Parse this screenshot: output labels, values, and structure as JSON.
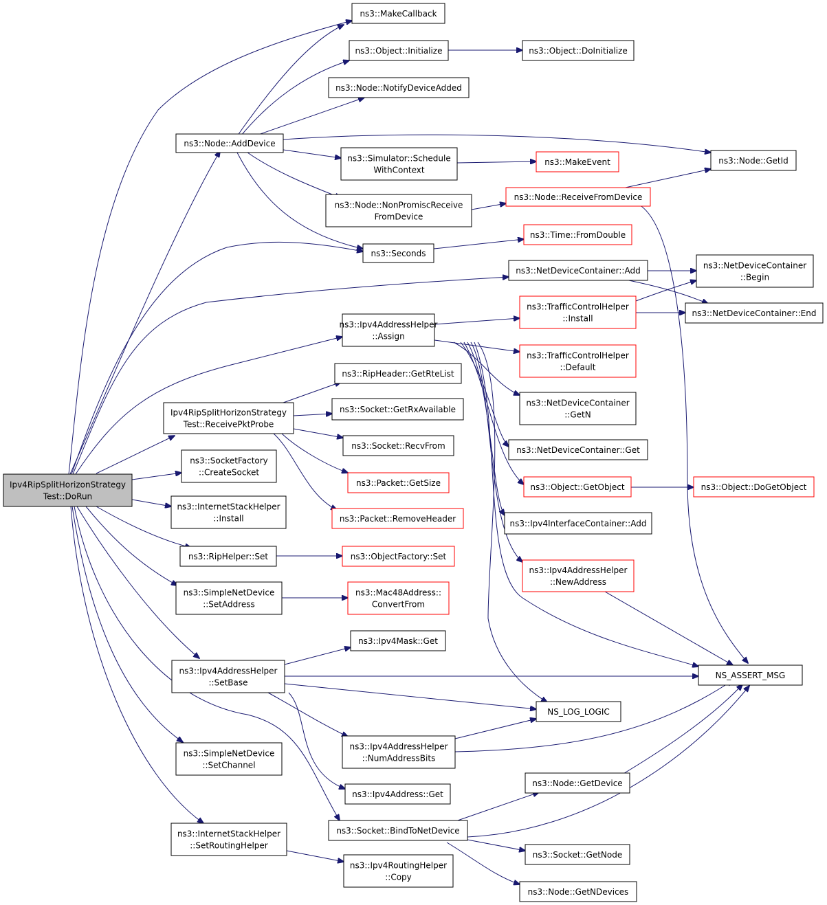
{
  "graph": {
    "nodes": [
      {
        "id": "root",
        "lines": [
          "Ipv4RipSplitHorizonStrategy",
          "Test::DoRun"
        ],
        "style": "root"
      },
      {
        "id": "makecallback",
        "lines": [
          "ns3::MakeCallback"
        ],
        "style": "black"
      },
      {
        "id": "obj_init",
        "lines": [
          "ns3::Object::Initialize"
        ],
        "style": "black"
      },
      {
        "id": "obj_doinit",
        "lines": [
          "ns3::Object::DoInitialize"
        ],
        "style": "black"
      },
      {
        "id": "node_notify",
        "lines": [
          "ns3::Node::NotifyDeviceAdded"
        ],
        "style": "black"
      },
      {
        "id": "node_adddev",
        "lines": [
          "ns3::Node::AddDevice"
        ],
        "style": "black"
      },
      {
        "id": "node_getid",
        "lines": [
          "ns3::Node::GetId"
        ],
        "style": "black"
      },
      {
        "id": "sim_sched",
        "lines": [
          "ns3::Simulator::Schedule",
          "WithContext"
        ],
        "style": "black"
      },
      {
        "id": "makeevent",
        "lines": [
          "ns3::MakeEvent"
        ],
        "style": "red"
      },
      {
        "id": "node_nonprom",
        "lines": [
          "ns3::Node::NonPromiscReceive",
          "FromDevice"
        ],
        "style": "black"
      },
      {
        "id": "node_recvfrom",
        "lines": [
          "ns3::Node::ReceiveFromDevice"
        ],
        "style": "red"
      },
      {
        "id": "time_fromdouble",
        "lines": [
          "ns3::Time::FromDouble"
        ],
        "style": "red"
      },
      {
        "id": "seconds",
        "lines": [
          "ns3::Seconds"
        ],
        "style": "black"
      },
      {
        "id": "ndc_add",
        "lines": [
          "ns3::NetDeviceContainer::Add"
        ],
        "style": "black"
      },
      {
        "id": "ndc_begin",
        "lines": [
          "ns3::NetDeviceContainer",
          "::Begin"
        ],
        "style": "black"
      },
      {
        "id": "ndc_end",
        "lines": [
          "ns3::NetDeviceContainer::End"
        ],
        "style": "black"
      },
      {
        "id": "tch_install",
        "lines": [
          "ns3::TrafficControlHelper",
          "::Install"
        ],
        "style": "red"
      },
      {
        "id": "ipv4ah_assign",
        "lines": [
          "ns3::Ipv4AddressHelper",
          "::Assign"
        ],
        "style": "black"
      },
      {
        "id": "tch_default",
        "lines": [
          "ns3::TrafficControlHelper",
          "::Default"
        ],
        "style": "red"
      },
      {
        "id": "rip_getrte",
        "lines": [
          "ns3::RipHeader::GetRteList"
        ],
        "style": "black"
      },
      {
        "id": "ndc_getn",
        "lines": [
          "ns3::NetDeviceContainer",
          "::GetN"
        ],
        "style": "black"
      },
      {
        "id": "recvprobe",
        "lines": [
          "Ipv4RipSplitHorizonStrategy",
          "Test::ReceivePktProbe"
        ],
        "style": "black"
      },
      {
        "id": "sock_getrx",
        "lines": [
          "ns3::Socket::GetRxAvailable"
        ],
        "style": "black"
      },
      {
        "id": "sock_recvfrom",
        "lines": [
          "ns3::Socket::RecvFrom"
        ],
        "style": "black"
      },
      {
        "id": "ndc_get",
        "lines": [
          "ns3::NetDeviceContainer::Get"
        ],
        "style": "black"
      },
      {
        "id": "sockfact_create",
        "lines": [
          "ns3::SocketFactory",
          "::CreateSocket"
        ],
        "style": "black"
      },
      {
        "id": "pkt_getsize",
        "lines": [
          "ns3::Packet::GetSize"
        ],
        "style": "red"
      },
      {
        "id": "obj_getobj",
        "lines": [
          "ns3::Object::GetObject"
        ],
        "style": "red"
      },
      {
        "id": "obj_dogetobj",
        "lines": [
          "ns3::Object::DoGetObject"
        ],
        "style": "red"
      },
      {
        "id": "pkt_remhdr",
        "lines": [
          "ns3::Packet::RemoveHeader"
        ],
        "style": "red"
      },
      {
        "id": "ish_install",
        "lines": [
          "ns3::InternetStackHelper",
          "::Install"
        ],
        "style": "black"
      },
      {
        "id": "ipv4ic_add",
        "lines": [
          "ns3::Ipv4InterfaceContainer::Add"
        ],
        "style": "black"
      },
      {
        "id": "riphelper_set",
        "lines": [
          "ns3::RipHelper::Set"
        ],
        "style": "black"
      },
      {
        "id": "objfact_set",
        "lines": [
          "ns3::ObjectFactory::Set"
        ],
        "style": "red"
      },
      {
        "id": "ipv4ah_newaddr",
        "lines": [
          "ns3::Ipv4AddressHelper",
          "::NewAddress"
        ],
        "style": "red"
      },
      {
        "id": "snd_setaddr",
        "lines": [
          "ns3::SimpleNetDevice",
          "::SetAddress"
        ],
        "style": "black"
      },
      {
        "id": "mac48_conv",
        "lines": [
          "ns3::Mac48Address::",
          "ConvertFrom"
        ],
        "style": "red"
      },
      {
        "id": "ipv4mask_get",
        "lines": [
          "ns3::Ipv4Mask::Get"
        ],
        "style": "black"
      },
      {
        "id": "ipv4ah_setbase",
        "lines": [
          "ns3::Ipv4AddressHelper",
          "::SetBase"
        ],
        "style": "black"
      },
      {
        "id": "ns_assert",
        "lines": [
          "NS_ASSERT_MSG"
        ],
        "style": "black"
      },
      {
        "id": "ns_log",
        "lines": [
          "NS_LOG_LOGIC"
        ],
        "style": "black"
      },
      {
        "id": "ipv4ah_numbits",
        "lines": [
          "ns3::Ipv4AddressHelper",
          "::NumAddressBits"
        ],
        "style": "black"
      },
      {
        "id": "snd_setchan",
        "lines": [
          "ns3::SimpleNetDevice",
          "::SetChannel"
        ],
        "style": "black"
      },
      {
        "id": "node_getdev",
        "lines": [
          "ns3::Node::GetDevice"
        ],
        "style": "black"
      },
      {
        "id": "ipv4addr_get",
        "lines": [
          "ns3::Ipv4Address::Get"
        ],
        "style": "black"
      },
      {
        "id": "ish_setrouting",
        "lines": [
          "ns3::InternetStackHelper",
          "::SetRoutingHelper"
        ],
        "style": "black"
      },
      {
        "id": "sock_bind",
        "lines": [
          "ns3::Socket::BindToNetDevice"
        ],
        "style": "black"
      },
      {
        "id": "sock_getnode",
        "lines": [
          "ns3::Socket::GetNode"
        ],
        "style": "black"
      },
      {
        "id": "ipv4rh_copy",
        "lines": [
          "ns3::Ipv4RoutingHelper",
          "::Copy"
        ],
        "style": "black"
      },
      {
        "id": "node_getndev",
        "lines": [
          "ns3::Node::GetNDevices"
        ],
        "style": "black"
      }
    ]
  }
}
